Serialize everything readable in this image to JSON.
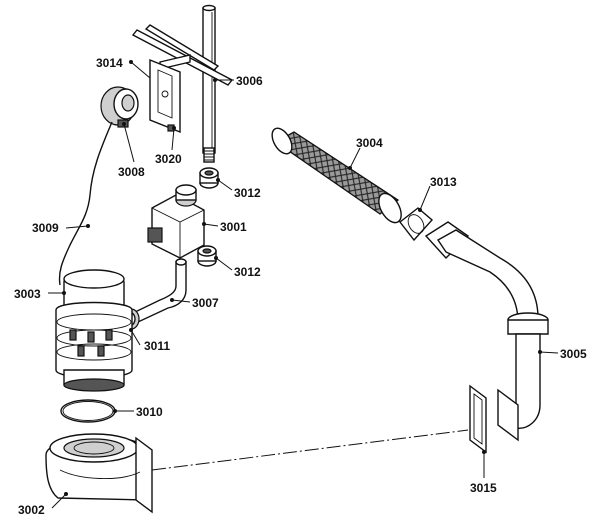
{
  "callouts": [
    {
      "id": "c3014",
      "text": "3014"
    },
    {
      "id": "c3006",
      "text": "3006"
    },
    {
      "id": "c3020",
      "text": "3020"
    },
    {
      "id": "c3008",
      "text": "3008"
    },
    {
      "id": "c3004",
      "text": "3004"
    },
    {
      "id": "c3013",
      "text": "3013"
    },
    {
      "id": "c3012a",
      "text": "3012"
    },
    {
      "id": "c3001",
      "text": "3001"
    },
    {
      "id": "c3009",
      "text": "3009"
    },
    {
      "id": "c3012b",
      "text": "3012"
    },
    {
      "id": "c3003",
      "text": "3003"
    },
    {
      "id": "c3007",
      "text": "3007"
    },
    {
      "id": "c3011",
      "text": "3011"
    },
    {
      "id": "c3005",
      "text": "3005"
    },
    {
      "id": "c3010",
      "text": "3010"
    },
    {
      "id": "c3015",
      "text": "3015"
    },
    {
      "id": "c3002",
      "text": "3002"
    }
  ]
}
